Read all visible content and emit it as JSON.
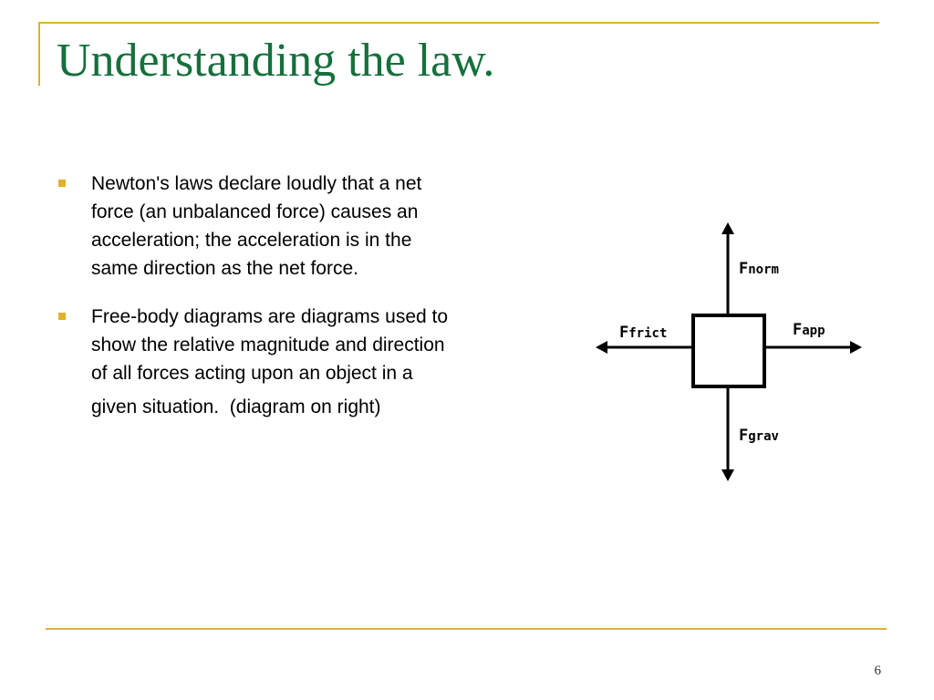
{
  "slide": {
    "title": "Understanding the law.",
    "page_number": "6",
    "accent_color": "#e0b030",
    "title_color": "#15703c"
  },
  "bullets": [
    {
      "text": "Newton's laws declare loudly that a net force (an unbalanced force) causes an acceleration; the acceleration is in the same direction as the net force."
    },
    {
      "text": "Free-body diagrams are diagrams used to show the relative magnitude and direction of all forces acting upon an object in a",
      "tail_a": "given situation.",
      "tail_b": "(diagram on right)"
    }
  ],
  "diagram": {
    "labels": {
      "norm": {
        "main": "F",
        "sub": "norm"
      },
      "frict": {
        "main": "F",
        "sub": "frict"
      },
      "app": {
        "main": "F",
        "sub": "app"
      },
      "grav": {
        "main": "F",
        "sub": "grav"
      }
    }
  }
}
